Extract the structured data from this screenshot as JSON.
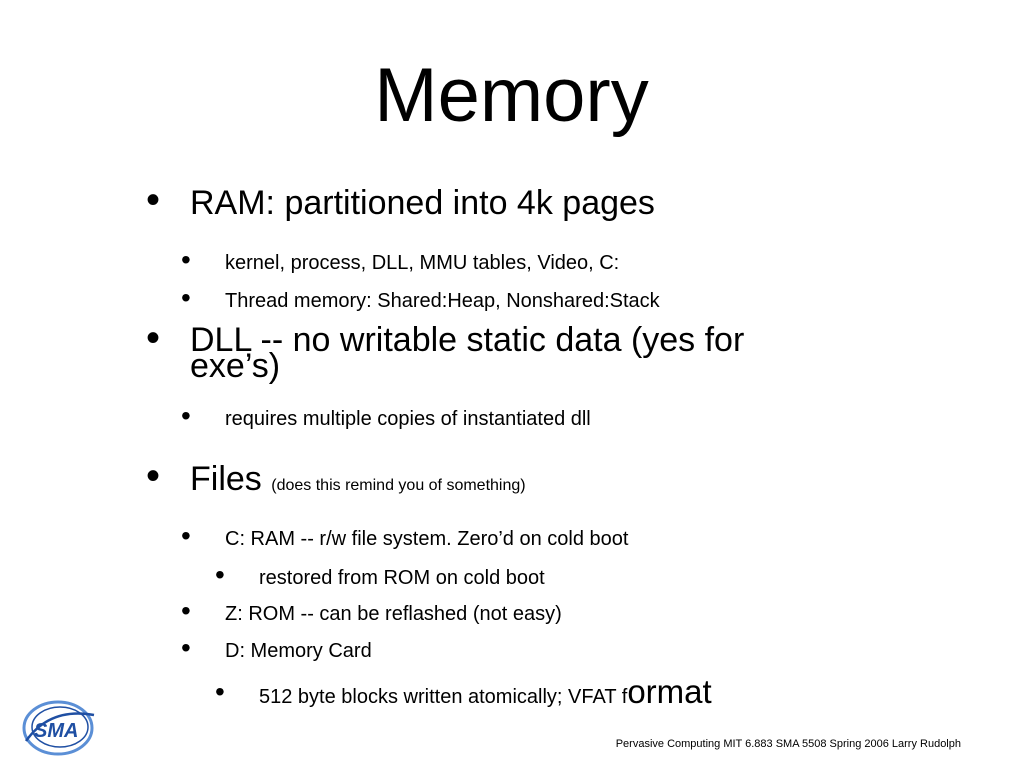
{
  "slide": {
    "title": "Memory",
    "bullets": {
      "b1": "RAM:  partitioned into 4k pages",
      "b1_1": "kernel, process, DLL, MMU tables, Video, C:",
      "b1_2": "Thread memory: Shared:Heap, Nonshared:Stack",
      "b2_line1": "DLL -- no writable static data (yes for",
      "b2_line2": "exe’s)",
      "b2_1": "requires multiple copies of instantiated dll",
      "b3": "Files",
      "b3_note": "(does this remind you of something)",
      "b3_1": "C: RAM -- r/w file system.  Zero’d on cold boot",
      "b3_1_1": "restored from ROM on cold boot",
      "b3_2": "Z: ROM -- can be reflashed (not easy)",
      "b3_3": "D: Memory Card",
      "b3_3_1_start": "512 byte blocks written atomically; VFAT f",
      "b3_3_1_end": "ormat"
    },
    "bullet_glyph": "•",
    "footer": "Pervasive Computing MIT 6.883 SMA 5508 Spring 2006 Larry Rudolph",
    "logo_text": "SMA",
    "colors": {
      "logo_blue": "#1f4fa3",
      "logo_swoosh": "#5b8fd6"
    }
  }
}
